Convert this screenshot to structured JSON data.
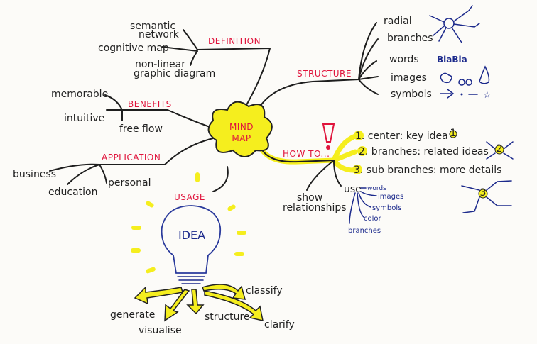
{
  "colors": {
    "ink": "#222222",
    "red": "#e0143c",
    "yellow": "#f5ee1e",
    "blue": "#1c2a8c"
  },
  "center": {
    "line1": "MIND",
    "line2": "MAP"
  },
  "definition": {
    "title": "DEFINITION",
    "items": [
      "semantic",
      "network",
      "cognitive map",
      "non-linear",
      "graphic diagram"
    ]
  },
  "benefits": {
    "title": "BENEFITS",
    "items": [
      "memorable",
      "intuitive",
      "free flow"
    ]
  },
  "application": {
    "title": "APPLICATION",
    "items": [
      "business",
      "education",
      "personal"
    ]
  },
  "structure": {
    "title": "STRUCTURE",
    "items": [
      "radial",
      "branches",
      "words",
      "images",
      "symbols"
    ],
    "words_example": "BlaBla"
  },
  "howto": {
    "title": "HOW TO...",
    "steps": [
      "1. center: key idea",
      "2. branches: related ideas",
      "3. sub branches: more details"
    ],
    "badges": [
      "1",
      "2",
      "3"
    ],
    "show": [
      "show",
      "relationships"
    ],
    "use": "use",
    "use_items": [
      "words",
      "images",
      "symbols",
      "color",
      "branches"
    ]
  },
  "usage": {
    "title": "USAGE",
    "idea": "IDEA",
    "items": [
      "classify",
      "generate",
      "visualise",
      "structure",
      "clarify"
    ]
  }
}
